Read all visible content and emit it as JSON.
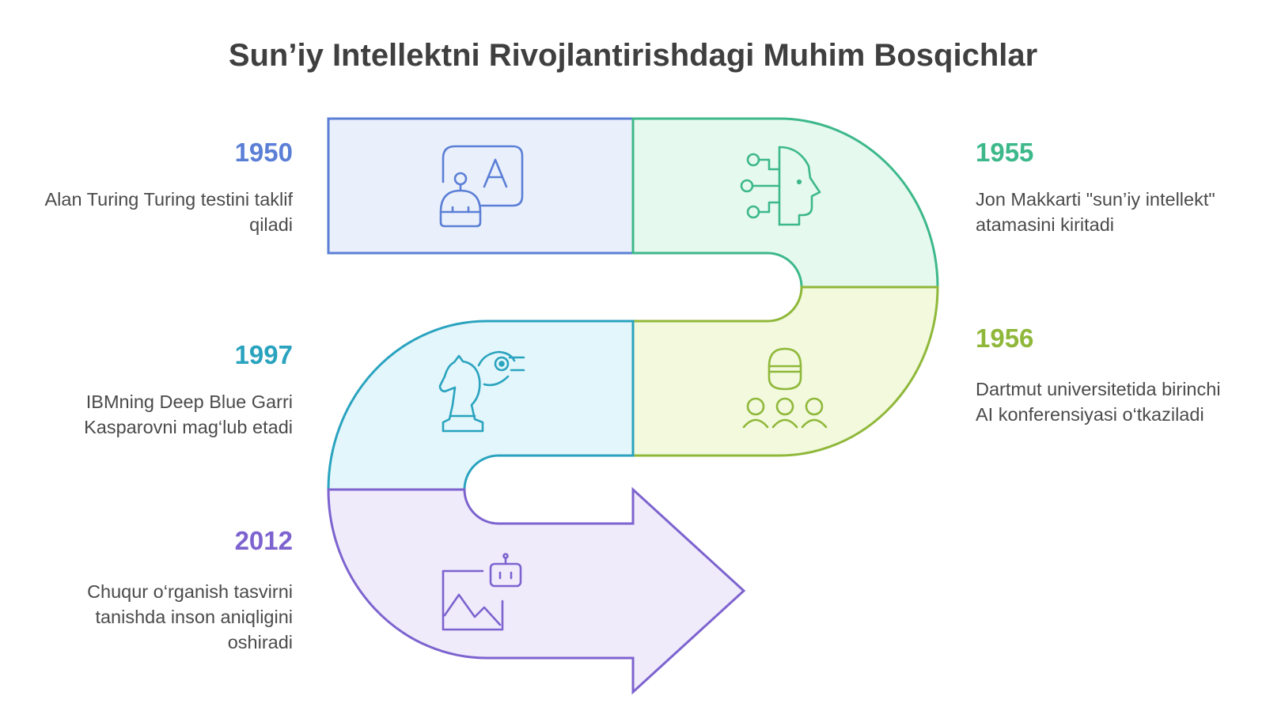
{
  "title": "Sun’iy Intellektni Rivojlantirishdagi Muhim Bosqichlar",
  "milestones": [
    {
      "year": "1950",
      "text": "Alan Turing Turing testini taklif qiladi",
      "color": "#5b7fd6",
      "fill": "#eaf0fb",
      "icon": "robot-letter-a-icon"
    },
    {
      "year": "1955",
      "text": "Jon Makkarti \"sun’iy intellekt\" atamasini kiritadi",
      "color": "#3db88a",
      "fill": "#e5f9ef",
      "icon": "ai-head-circuit-icon"
    },
    {
      "year": "1956",
      "text": "Dartmut universitetida birinchi AI konferensiyasi o‘tkaziladi",
      "color": "#8fb83a",
      "fill": "#f2f9dc",
      "icon": "conference-people-icon"
    },
    {
      "year": "1997",
      "text": "IBMning Deep Blue Garri Kasparovni mag‘lub etadi",
      "color": "#2aa3bf",
      "fill": "#e3f6fb",
      "icon": "chess-knight-robot-icon"
    },
    {
      "year": "2012",
      "text": "Chuqur o‘rganish tasvirni tanishda inson aniqligini oshiradi",
      "color": "#7d63cf",
      "fill": "#efebfb",
      "icon": "image-recognition-robot-icon"
    }
  ]
}
